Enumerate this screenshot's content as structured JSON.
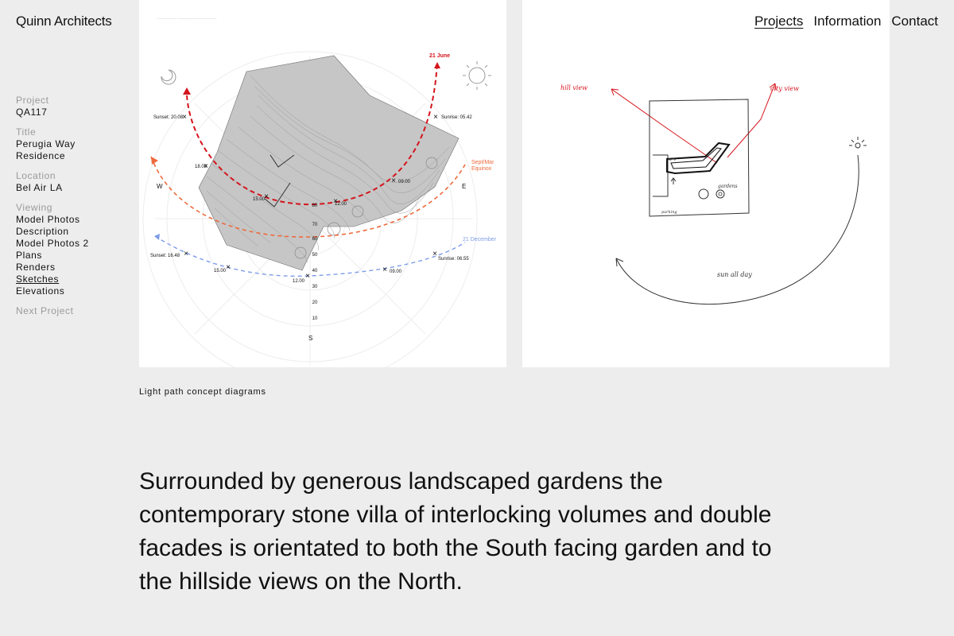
{
  "brand": {
    "name": "Quinn Architects"
  },
  "nav": [
    {
      "label": "Projects",
      "active": true
    },
    {
      "label": "Information",
      "active": false
    },
    {
      "label": "Contact",
      "active": false
    }
  ],
  "sidebar": {
    "project_label": "Project",
    "project_value": "QA117",
    "title_label": "Title",
    "title_value_1": "Perugia Way",
    "title_value_2": "Residence",
    "location_label": "Location",
    "location_value": "Bel Air LA",
    "viewing_label": "Viewing",
    "viewing_items": [
      "Model Photos",
      "Description",
      "Model Photos 2",
      "Plans",
      "Renders",
      "Sketches",
      "Elevations"
    ],
    "current_item": "Sketches",
    "next_label": "Next Project"
  },
  "diagram": {
    "season_june": "21 June",
    "season_equinox_1": "Sept/Mar",
    "season_equinox_2": "Equinox",
    "season_december": "21 December",
    "compass_w": "W",
    "compass_e": "E",
    "compass_s": "S",
    "june_sunset": "Sunset: 20.08",
    "june_sunrise": "Sunrise: 05.42",
    "june_t18": "18.00",
    "june_t15": "15.00",
    "june_t12": "12.00",
    "june_t09": "09.00",
    "dec_sunset": "Sunset: 16.48",
    "dec_sunrise": "Sunrise: 06.55",
    "dec_t15": "15.00",
    "dec_t12": "12.00",
    "dec_t09": "09.00",
    "altitudes": [
      "80",
      "70",
      "60",
      "50",
      "40",
      "30",
      "20",
      "10"
    ],
    "colors": {
      "june": "#d4141c",
      "equinox": "#ee6a3c",
      "december": "#7d9ce8"
    }
  },
  "sketch": {
    "hill_view": "hill view",
    "city_view": "city view",
    "gardens": "gardens",
    "parking": "parking",
    "sun_all_day": "sun all day"
  },
  "caption": "Light path concept diagrams",
  "description": "Surrounded by generous landscaped gardens the contemporary stone villa of interlocking volumes and double facades is orientated to both the South facing garden and to the hillside views on the North."
}
